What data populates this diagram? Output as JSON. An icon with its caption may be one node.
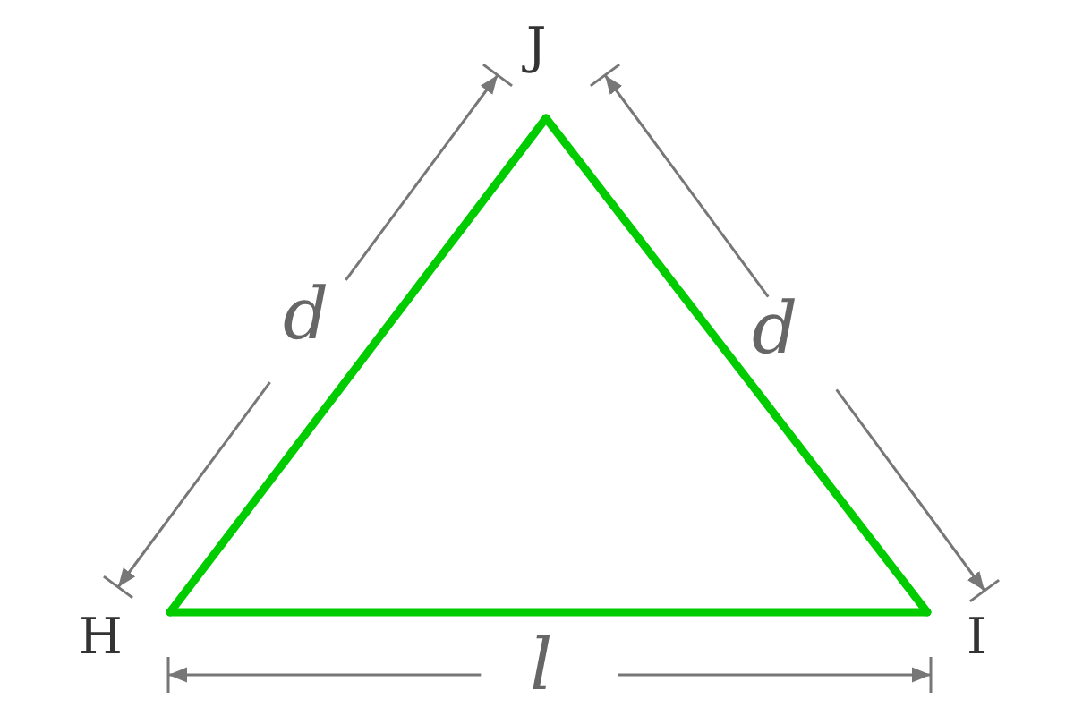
{
  "diagram": {
    "nodes": [
      {
        "text": [
          "H"
        ]
      },
      {
        "text": [
          "J"
        ]
      },
      {
        "text": [
          "I"
        ]
      }
    ],
    "edges": [
      {
        "from": 0,
        "to": 1,
        "arrow": "none"
      },
      {
        "from": 1,
        "to": 2,
        "arrow": "none"
      },
      {
        "from": 2,
        "to": 0,
        "arrow": "none"
      }
    ],
    "labels": [
      "d",
      "d",
      "l"
    ]
  }
}
